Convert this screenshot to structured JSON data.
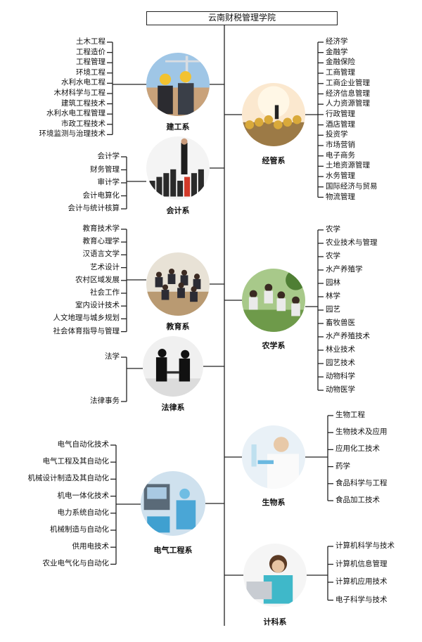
{
  "title": "云南财税管理学院",
  "departments": [
    {
      "name": "建工系",
      "side": "left",
      "scene": "construction",
      "majors": [
        "土木工程",
        "工程造价",
        "工程管理",
        "环境工程",
        "水利水电工程",
        "木材科学与工程",
        "建筑工程技术",
        "水利水电工程管理",
        "市政工程技术",
        "环境监测与治理技术"
      ]
    },
    {
      "name": "会计系",
      "side": "left",
      "scene": "business",
      "majors": [
        "会计学",
        "财务管理",
        "审计学",
        "会计电算化",
        "会计与统计核算"
      ]
    },
    {
      "name": "教育系",
      "side": "left",
      "scene": "classroom",
      "majors": [
        "教育技术学",
        "教育心理学",
        "汉语言文学",
        "艺术设计",
        "农村区域发展",
        "社会工作",
        "室内设计技术",
        "人文地理与城乡规划",
        "社会体育指导与管理"
      ]
    },
    {
      "name": "法律系",
      "side": "left",
      "scene": "law",
      "majors": [
        "法学",
        "法律事务"
      ]
    },
    {
      "name": "电气工程系",
      "side": "left",
      "scene": "electrical",
      "majors": [
        "电气自动化技术",
        "电气工程及其自动化",
        "机械设计制造及其自动化",
        "机电一体化技术",
        "电力系统自动化",
        "机械制造与自动化",
        "供用电技术",
        "农业电气化与自动化"
      ]
    },
    {
      "name": "经管系",
      "side": "right",
      "scene": "economics",
      "majors": [
        "经济学",
        "金融学",
        "金融保险",
        "工商管理",
        "工商企业管理",
        "经济信息管理",
        "人力资源管理",
        "行政管理",
        "酒店管理",
        "投资学",
        "市场营销",
        "电子商务",
        "土地资源管理",
        "水务管理",
        "国际经济与贸易",
        "物流管理"
      ]
    },
    {
      "name": "农学系",
      "side": "right",
      "scene": "agriculture",
      "majors": [
        "农学",
        "农业技术与管理",
        "农学",
        "水产养殖学",
        "园林",
        "林学",
        "园艺",
        "畜牧兽医",
        "水产养殖技术",
        "林业技术",
        "园艺技术",
        "动物科学",
        "动物医学"
      ]
    },
    {
      "name": "生物系",
      "side": "right",
      "scene": "lab",
      "majors": [
        "生物工程",
        "生物技术及应用",
        "应用化工技术",
        "药学",
        "食品科学与工程",
        "食品加工技术"
      ]
    },
    {
      "name": "计科系",
      "side": "right",
      "scene": "computer",
      "majors": [
        "计算机科学与技术",
        "计算机信息管理",
        "计算机应用技术",
        "电子科学与技术"
      ]
    }
  ]
}
